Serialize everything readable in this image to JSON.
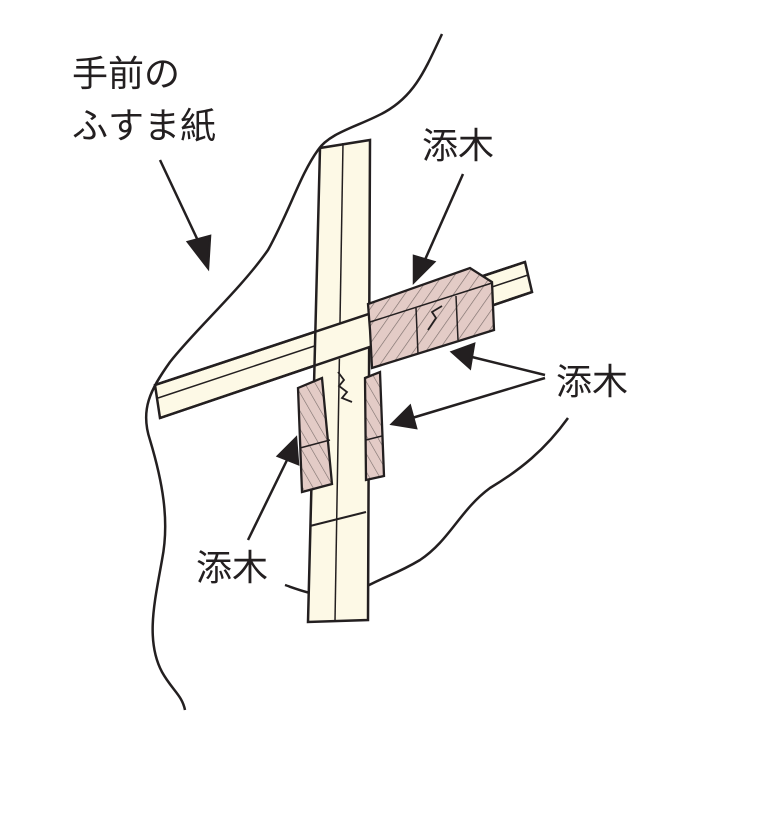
{
  "labels": {
    "paper_line1": "手前の",
    "paper_line2": "ふすま紙",
    "soegi_top": "添木",
    "soegi_right": "添木",
    "soegi_left": "添木"
  },
  "colors": {
    "paper": "#ffffff",
    "frame": "#fdf9e6",
    "soegi_fill": "#e3cbc6",
    "ink": "#231f20"
  }
}
